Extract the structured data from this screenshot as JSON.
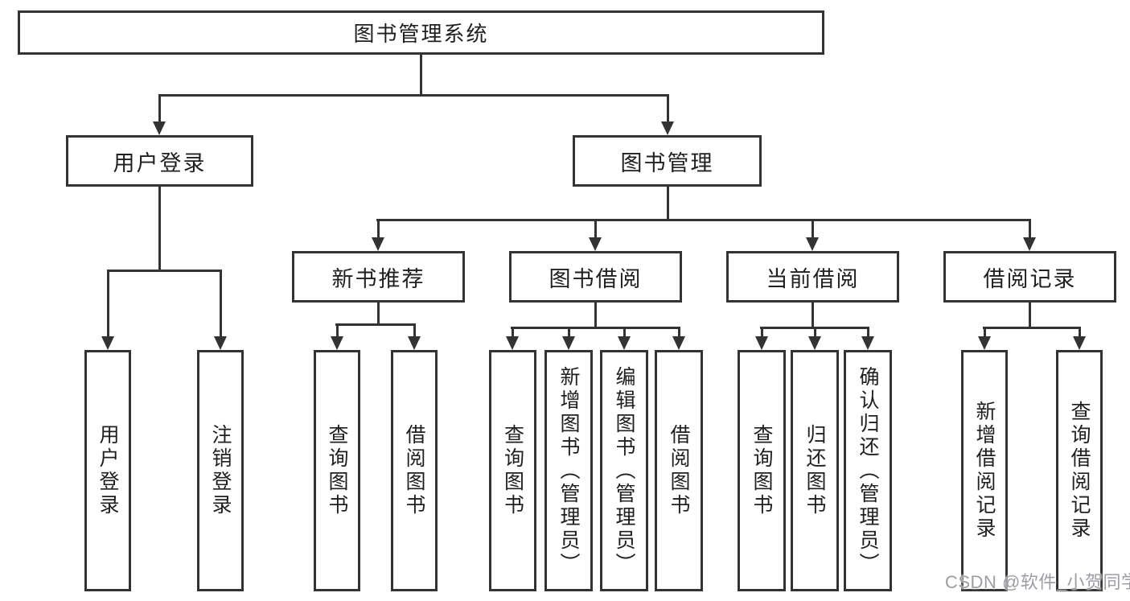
{
  "diagram": {
    "type": "hierarchy-tree",
    "colors": {
      "line": "#333333",
      "text": "#1f1f1f",
      "box_background": "#ffffff",
      "watermark": "#9d9da3"
    },
    "nodes": {
      "root": {
        "label": "图书管理系统"
      },
      "user_login": {
        "label": "用户登录",
        "children": [
          {
            "label": "用户登录"
          },
          {
            "label": "注销登录"
          }
        ]
      },
      "book_mgmt": {
        "label": "图书管理"
      },
      "new_book_rec": {
        "label": "新书推荐",
        "children": [
          {
            "label": "查询图书"
          },
          {
            "label": "借阅图书"
          }
        ]
      },
      "book_borrow": {
        "label": "图书借阅",
        "children": [
          {
            "label": "查询图书"
          },
          {
            "label": "新增图书（管理员）"
          },
          {
            "label": "编辑图书（管理员）"
          },
          {
            "label": "借阅图书"
          }
        ]
      },
      "current_borrow": {
        "label": "当前借阅",
        "children": [
          {
            "label": "查询图书"
          },
          {
            "label": "归还图书"
          },
          {
            "label": "确认归还（管理员）"
          }
        ]
      },
      "borrow_records": {
        "label": "借阅记录",
        "children": [
          {
            "label": "新增借阅记录"
          },
          {
            "label": "查询借阅记录"
          }
        ]
      }
    },
    "watermark": "CSDN @软件_小贺同学"
  }
}
